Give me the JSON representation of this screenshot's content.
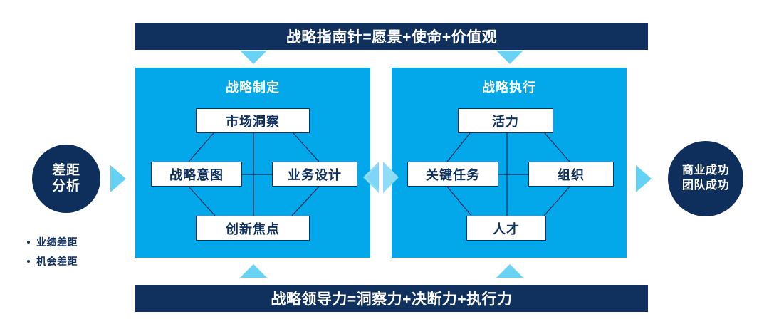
{
  "top_banner": {
    "text": "战略指南针=愿景+使命+价值观",
    "color": "#10305e"
  },
  "bottom_banner": {
    "text": "战略领导力=洞察力+决断力+执行力",
    "color": "#10305e"
  },
  "left_circle": {
    "line1": "差距",
    "line2": "分析",
    "color": "#0e2f5c"
  },
  "right_circle": {
    "line1": "商业成功",
    "line2": "团队成功",
    "color": "#0e2f5c"
  },
  "bullets": [
    {
      "label": "业绩差距"
    },
    {
      "label": "机会差距"
    }
  ],
  "panels": [
    {
      "title": "战略制定",
      "fill": "#02a8e9",
      "nodes": {
        "top": "市场洞察",
        "left": "战略意图",
        "right": "业务设计",
        "bottom": "创新焦点"
      }
    },
    {
      "title": "战略执行",
      "fill": "#02a8e9",
      "nodes": {
        "top": "活力",
        "left": "关键任务",
        "right": "组织",
        "bottom": "人才"
      }
    }
  ],
  "arrows": {
    "color": "#69d2f5",
    "down_left": "arrow-down-icon",
    "down_right": "arrow-down-icon",
    "up_left": "arrow-up-icon",
    "up_right": "arrow-up-icon",
    "into_left_panel": "arrow-right-icon",
    "out_of_right_panel": "arrow-right-icon",
    "center_link": "bidirectional-diamond-icon"
  }
}
